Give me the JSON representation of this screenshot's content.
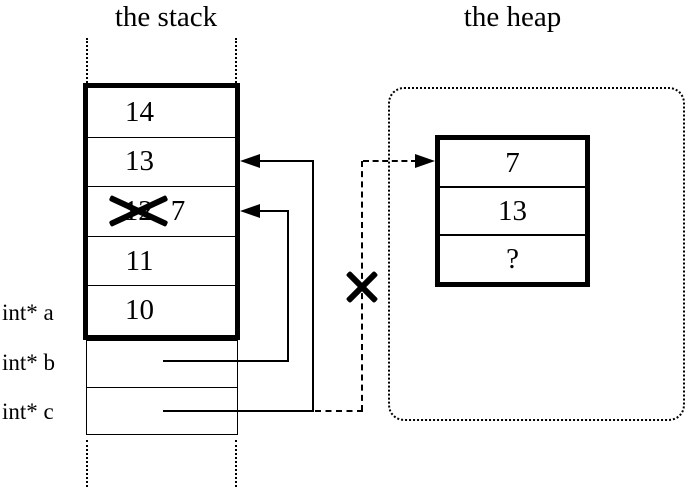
{
  "colors": {
    "ink": "#000000",
    "paper": "#ffffff"
  },
  "titles": {
    "stack": "the stack",
    "heap": "the heap"
  },
  "stack": {
    "cells": [
      {
        "value": "14"
      },
      {
        "value": "13"
      },
      {
        "value": "12",
        "crossed_out": true,
        "replacement": "7"
      },
      {
        "value": "11"
      },
      {
        "value": "10"
      }
    ]
  },
  "variables": [
    {
      "label": "int* a"
    },
    {
      "label": "int* b"
    },
    {
      "label": "int* c"
    }
  ],
  "heap": {
    "cells": [
      {
        "value": "7"
      },
      {
        "value": "13"
      },
      {
        "value": "?"
      }
    ]
  }
}
